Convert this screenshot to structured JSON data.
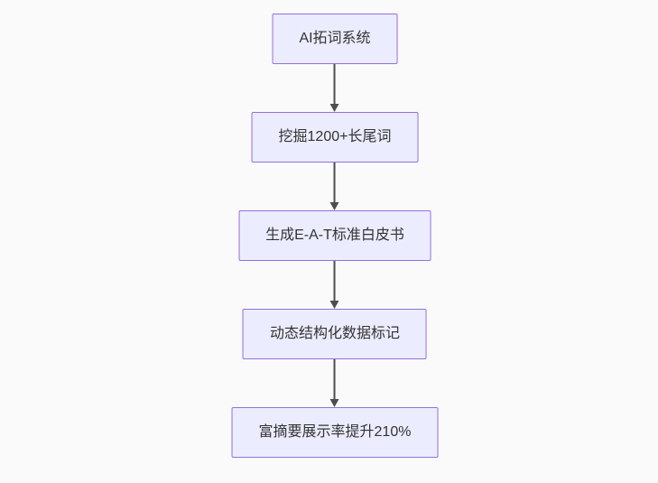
{
  "diagram": {
    "type": "flowchart-top-down",
    "nodes": [
      {
        "label": "AI拓词系统"
      },
      {
        "label": "挖掘1200+长尾词"
      },
      {
        "label": "生成E-A-T标准白皮书"
      },
      {
        "label": "动态结构化数据标记"
      },
      {
        "label": "富摘要展示率提升210%"
      }
    ],
    "colors": {
      "node_fill": "#ECECFF",
      "node_border": "#9370DB",
      "arrow": "#4d4d4d",
      "text": "#333333",
      "background": "#fafafa"
    }
  }
}
